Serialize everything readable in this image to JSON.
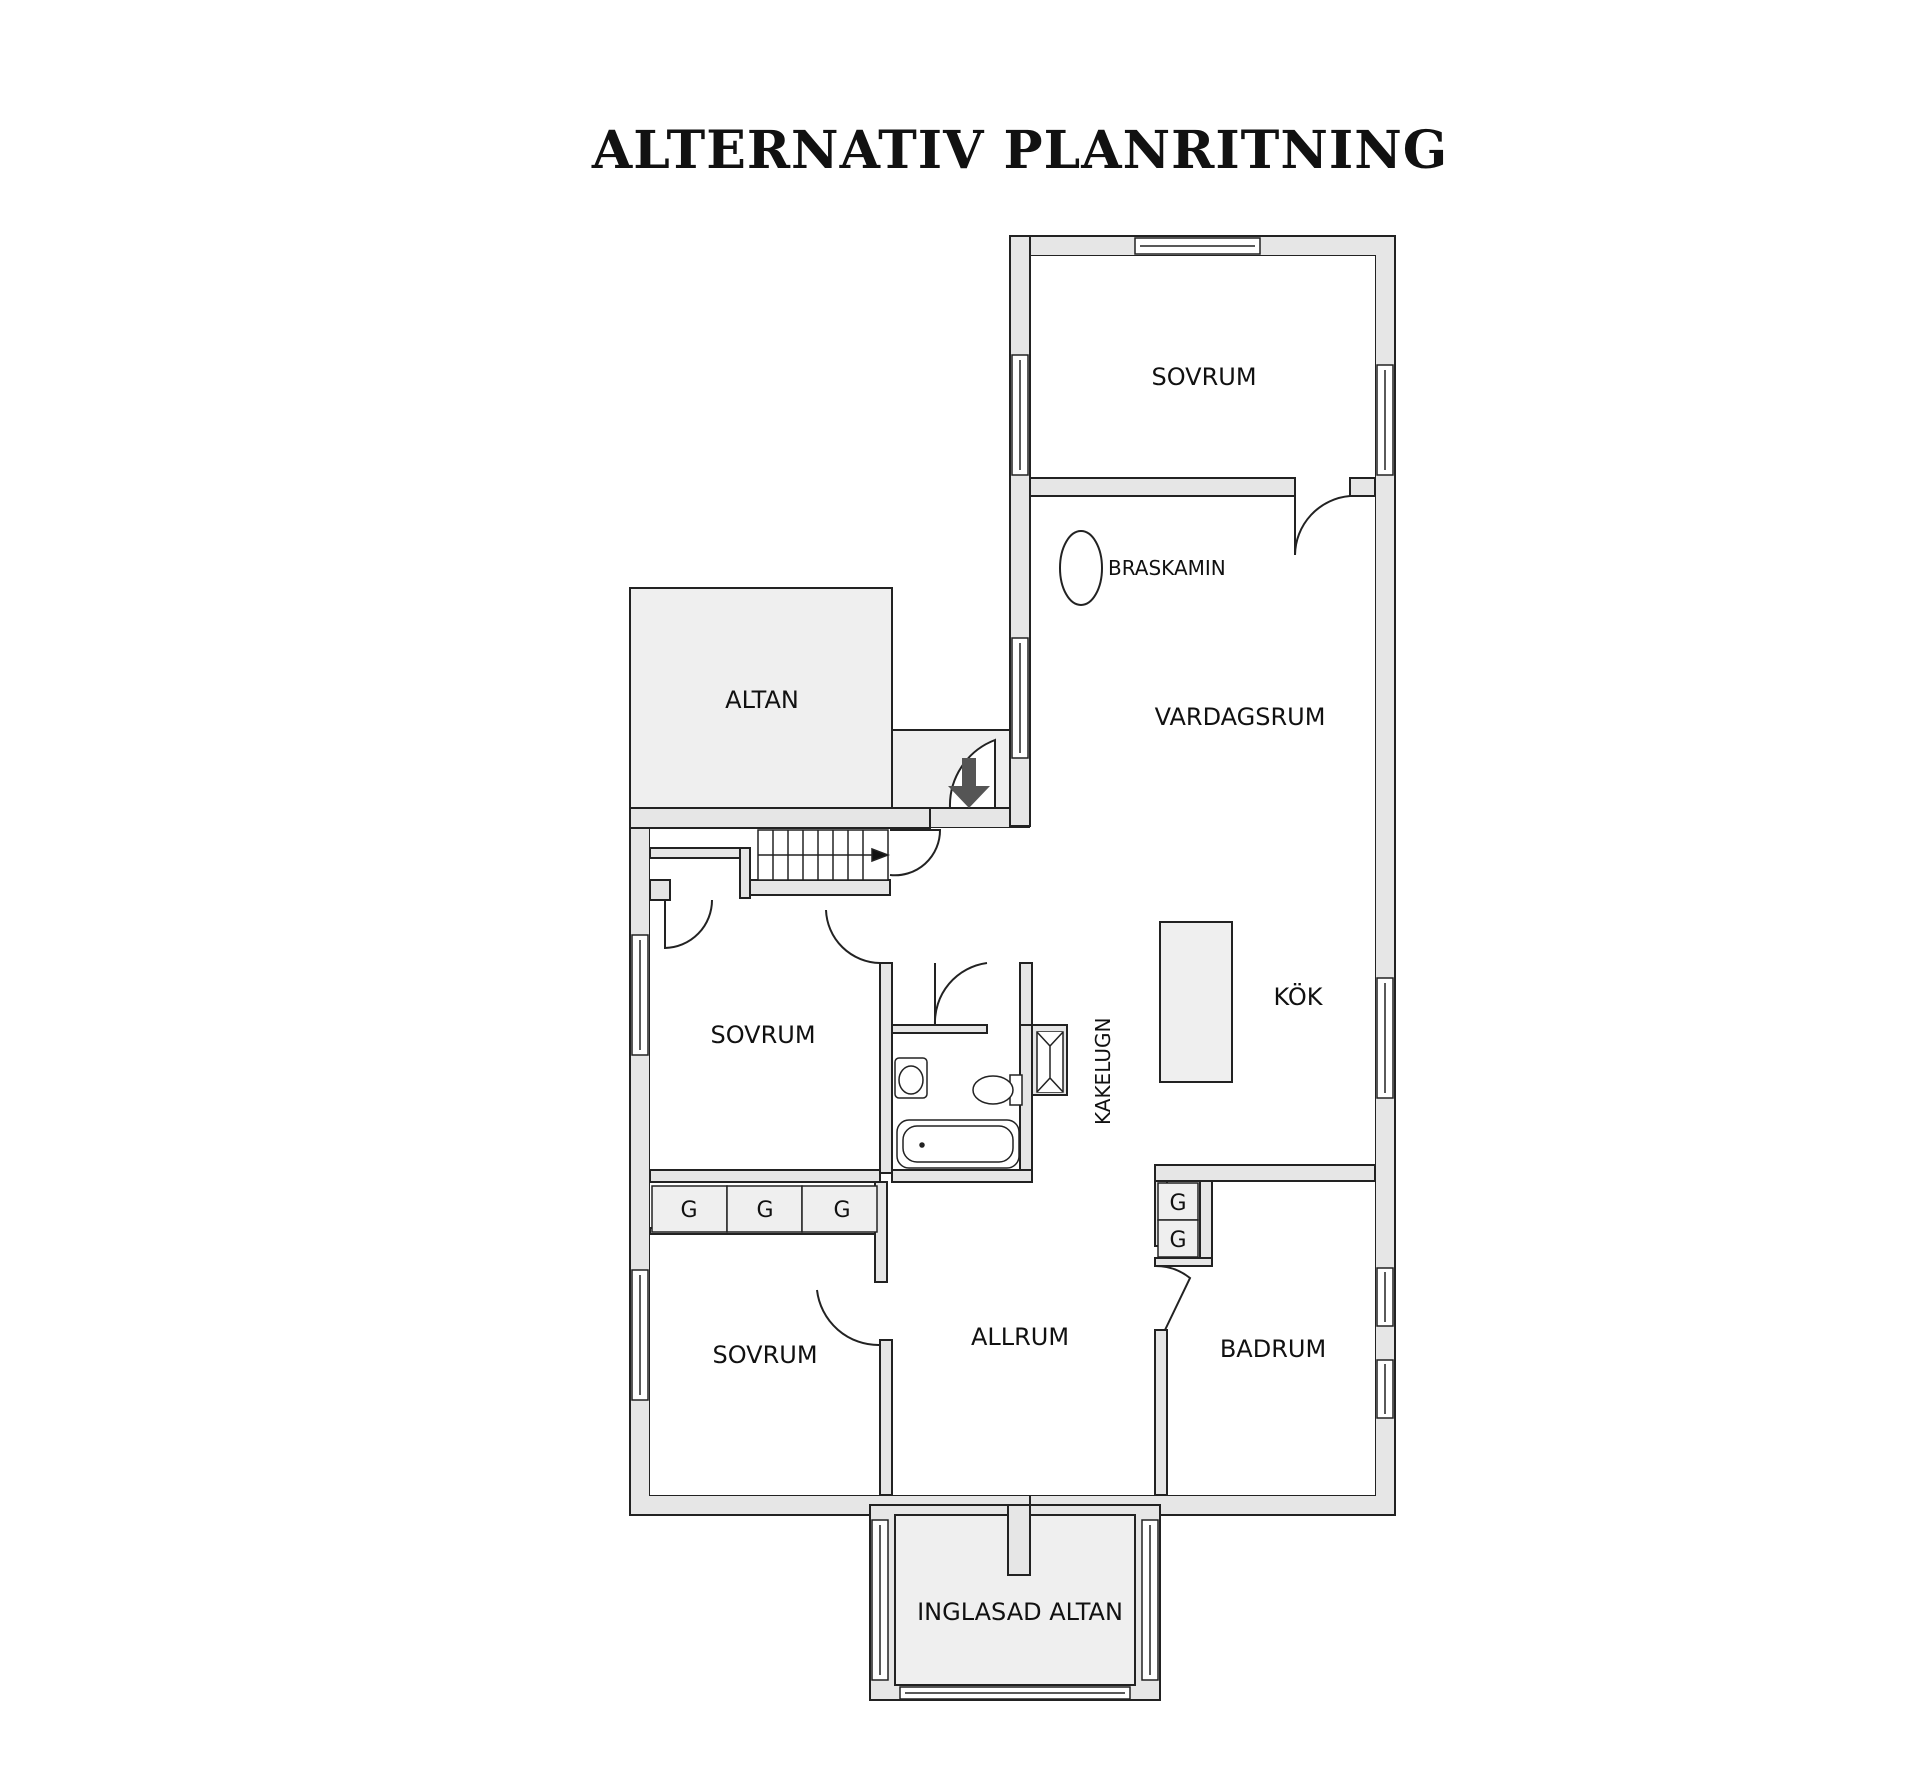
{
  "title": "ALTERNATIV PLANRITNING",
  "rooms": {
    "sovrum_top": "SOVRUM",
    "braskamin": "BRASKAMIN",
    "vardagsrum": "VARDAGSRUM",
    "altan": "ALTAN",
    "kok": "KÖK",
    "kakelugn": "KAKELUGN",
    "sovrum_mid": "SOVRUM",
    "sovrum_low": "SOVRUM",
    "allrum": "ALLRUM",
    "badrum": "BADRUM",
    "inglasad_altan": "INGLASAD ALTAN"
  },
  "wardrobes": {
    "g1": "G",
    "g2": "G",
    "g3": "G",
    "g4": "G",
    "g5": "G"
  }
}
